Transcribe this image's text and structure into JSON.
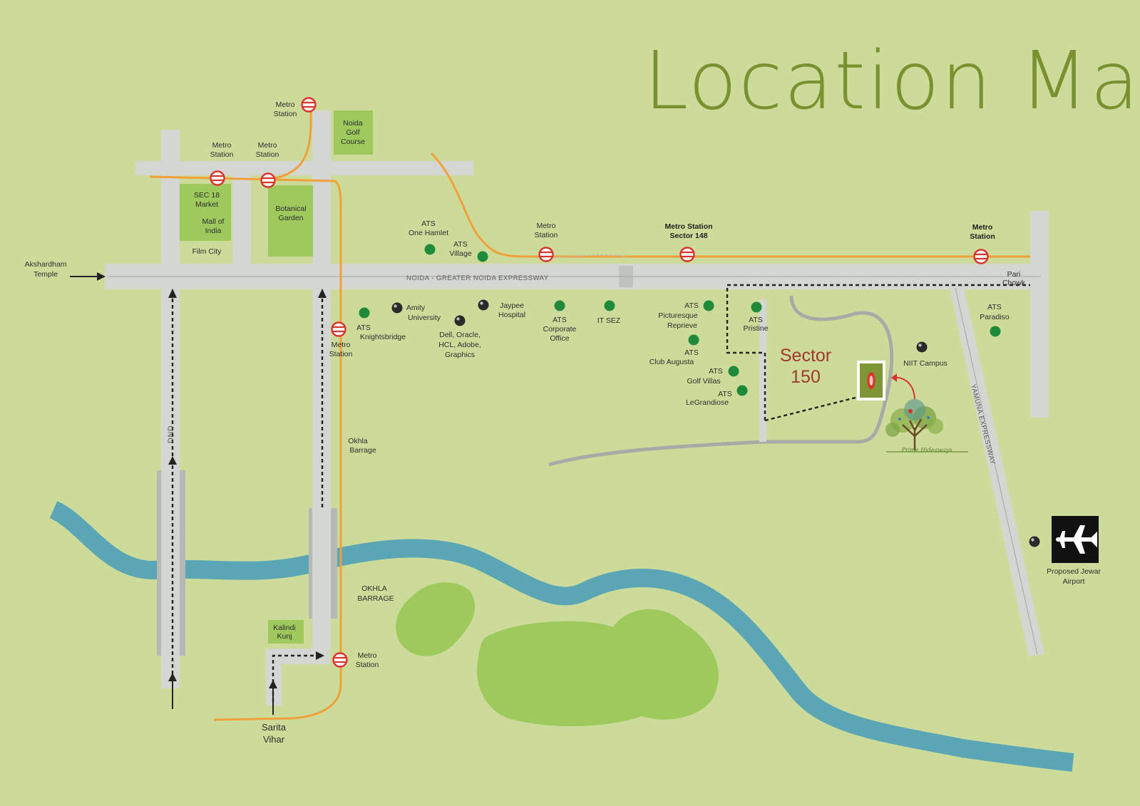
{
  "title": "Location Map",
  "sector": {
    "line1": "Sector",
    "line2": "150"
  },
  "labels": {
    "metro_top": [
      "Metro",
      "Station"
    ],
    "metro_1": [
      "Metro",
      "Station"
    ],
    "metro_2": [
      "Metro",
      "Station"
    ],
    "metro_3": [
      "Metro",
      "Station"
    ],
    "metro_148": [
      "Metro Station",
      "Sector 148"
    ],
    "metro_east": [
      "Metro",
      "Station"
    ],
    "metro_okhla": [
      "Metro",
      "Station"
    ],
    "metro_bottom": [
      "Metro",
      "Station"
    ],
    "noida_golf": [
      "Noida",
      "Golf",
      "Course"
    ],
    "sec18": [
      "SEC 18",
      "Market"
    ],
    "mall": [
      "Mall of",
      "India"
    ],
    "film_city": "Film City",
    "botanical": [
      "Botanical",
      "Garden"
    ],
    "akshardham": [
      "Akshardham",
      "Temple"
    ],
    "expressway": "NOIDA - GREATER NOIDA EXPRESSWAY",
    "ats_one_hamlet": [
      "ATS",
      "One Hamlet"
    ],
    "ats_village": [
      "ATS",
      "Village"
    ],
    "amity": [
      "Amity",
      "University"
    ],
    "jaypee": [
      "Jaypee",
      "Hospital"
    ],
    "dell": [
      "Dell, Oracle,",
      "HCL, Adobe,",
      "Graphics"
    ],
    "ats_knightsbridge": [
      "ATS",
      "Knightsbridge"
    ],
    "ats_corporate": [
      "ATS",
      "Corporate",
      "Office"
    ],
    "it_sez": "IT SEZ",
    "ats_picturesque": [
      "ATS",
      "Picturesque",
      "Reprieve"
    ],
    "ats_pristine": [
      "ATS",
      "Pristine"
    ],
    "ats_club": [
      "ATS",
      "Club Augusta"
    ],
    "ats_golf": [
      "ATS",
      "Golf Villas"
    ],
    "ats_legrandiose": [
      "ATS",
      "LeGrandiose"
    ],
    "ats_paradiso": [
      "ATS",
      "Paradiso"
    ],
    "rail_chowk": [
      "Pari",
      "Chowk"
    ],
    "nit_campus": "NIIT Campus",
    "yamuna_exp": "YAMUNA EXPRESSWAY",
    "dnd": "DND",
    "okhla_barrage": [
      "Okhla",
      "Barrage"
    ],
    "okhla_barrage_caps": [
      "OKHLA",
      "BARRAGE"
    ],
    "kalindi": [
      "Kalindi",
      "Kunj"
    ],
    "sarita": [
      "Sarita",
      "Vihar"
    ],
    "airport": [
      "Proposed Jewar",
      "Airport"
    ],
    "project_logo": "Prime Hideaways"
  },
  "colors": {
    "background": "#cddb9a",
    "road": "#d4d6d2",
    "metro_line": "#f0a03a",
    "metro_icon": "#d9342b",
    "river": "#5aa6b5",
    "park": "#9dc95d",
    "poi_dot": "#1f8a3a",
    "title": "#7a9130",
    "sector": "#a0382c"
  },
  "icons": {
    "metro": "metro-station-icon",
    "airport": "airplane-icon",
    "landmark": "landmark-dot-icon",
    "project": "project-location-icon"
  }
}
